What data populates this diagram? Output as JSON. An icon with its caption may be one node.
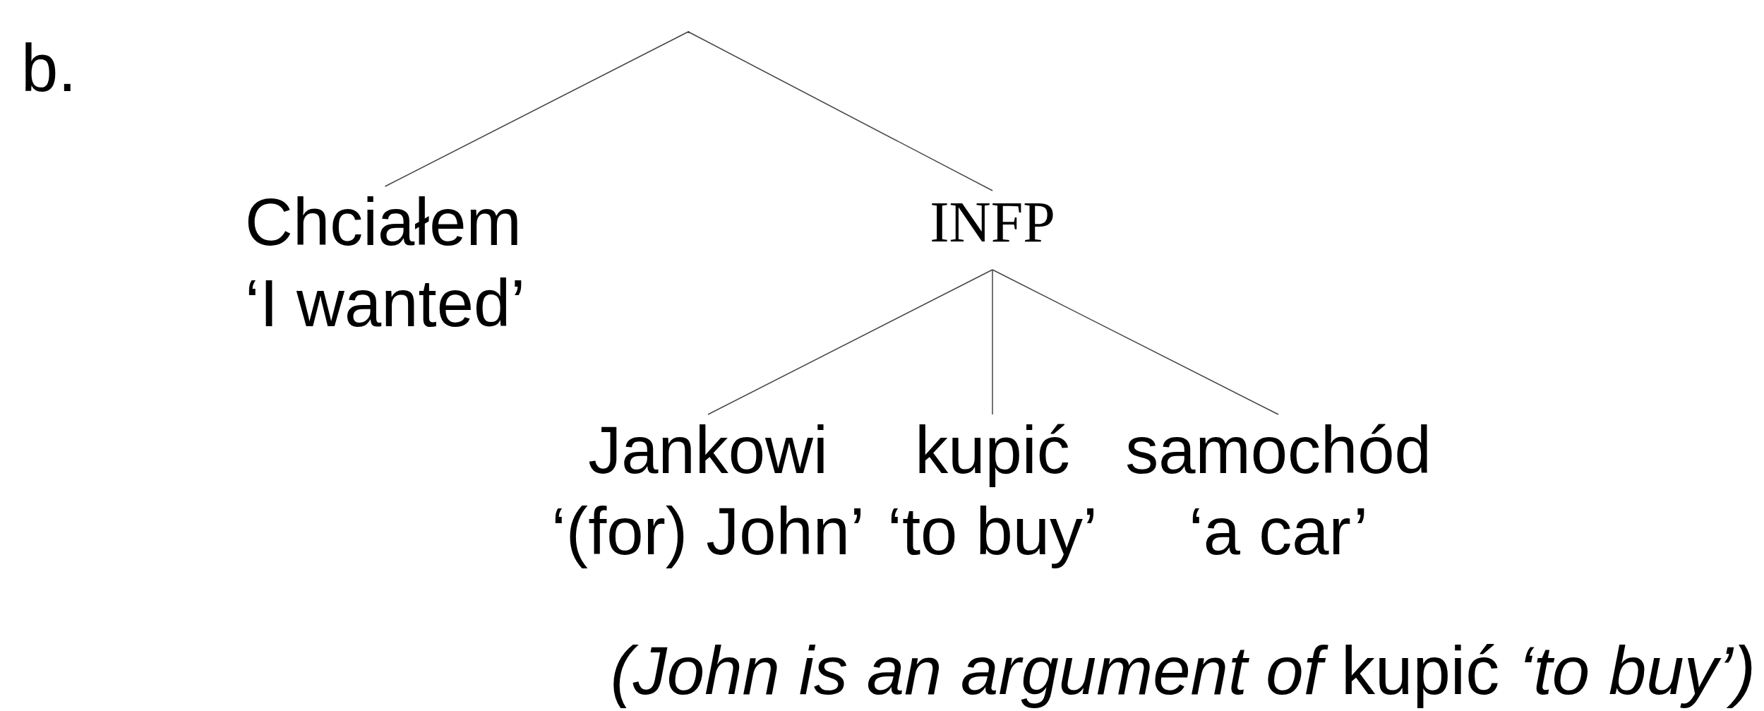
{
  "diagram": {
    "nodes": [
      {
        "text": [],
        "shape": "point"
      },
      {
        "text": [
          "Chciałem",
          "‘I wanted’"
        ]
      },
      {
        "text": [
          "INFP"
        ]
      },
      {
        "text": [
          "Jankowi",
          "‘(for) John’"
        ]
      },
      {
        "text": [
          "kupić",
          "‘to buy’"
        ]
      },
      {
        "text": [
          "samochód",
          "‘a car’"
        ]
      }
    ],
    "edges": [
      {
        "from": 0,
        "to": 1,
        "arrow": "none"
      },
      {
        "from": 0,
        "to": 2,
        "arrow": "none"
      },
      {
        "from": 2,
        "to": 3,
        "arrow": "none"
      },
      {
        "from": 2,
        "to": 4,
        "arrow": "none"
      },
      {
        "from": 2,
        "to": 5,
        "arrow": "none"
      }
    ],
    "labels": [
      "b.",
      "*(John is an argument of* kupić *‘to buy’)*"
    ]
  }
}
